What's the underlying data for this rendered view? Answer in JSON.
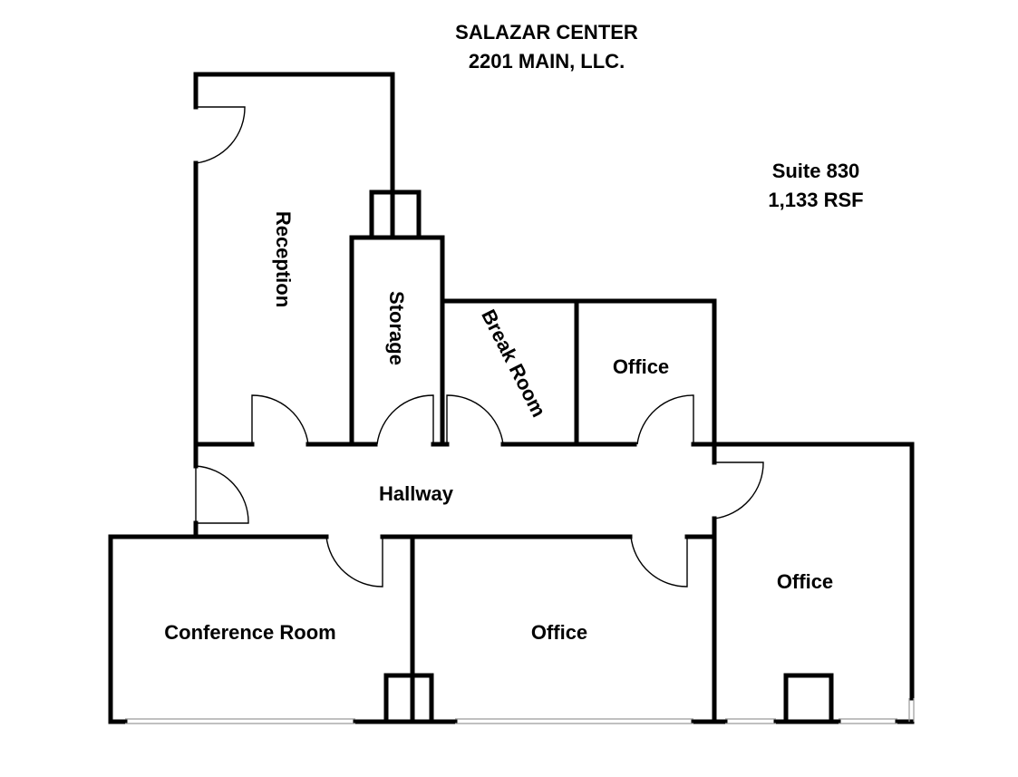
{
  "header": {
    "title": "SALAZAR CENTER",
    "subtitle": "2201 MAIN, LLC."
  },
  "suite": {
    "name": "Suite 830",
    "area": "1,133 RSF"
  },
  "rooms": {
    "reception": "Reception",
    "storage": "Storage",
    "break_room": "Break Room",
    "office_top": "Office",
    "hallway": "Hallway",
    "conference_room": "Conference Room",
    "office_bottom_middle": "Office",
    "office_right": "Office"
  }
}
